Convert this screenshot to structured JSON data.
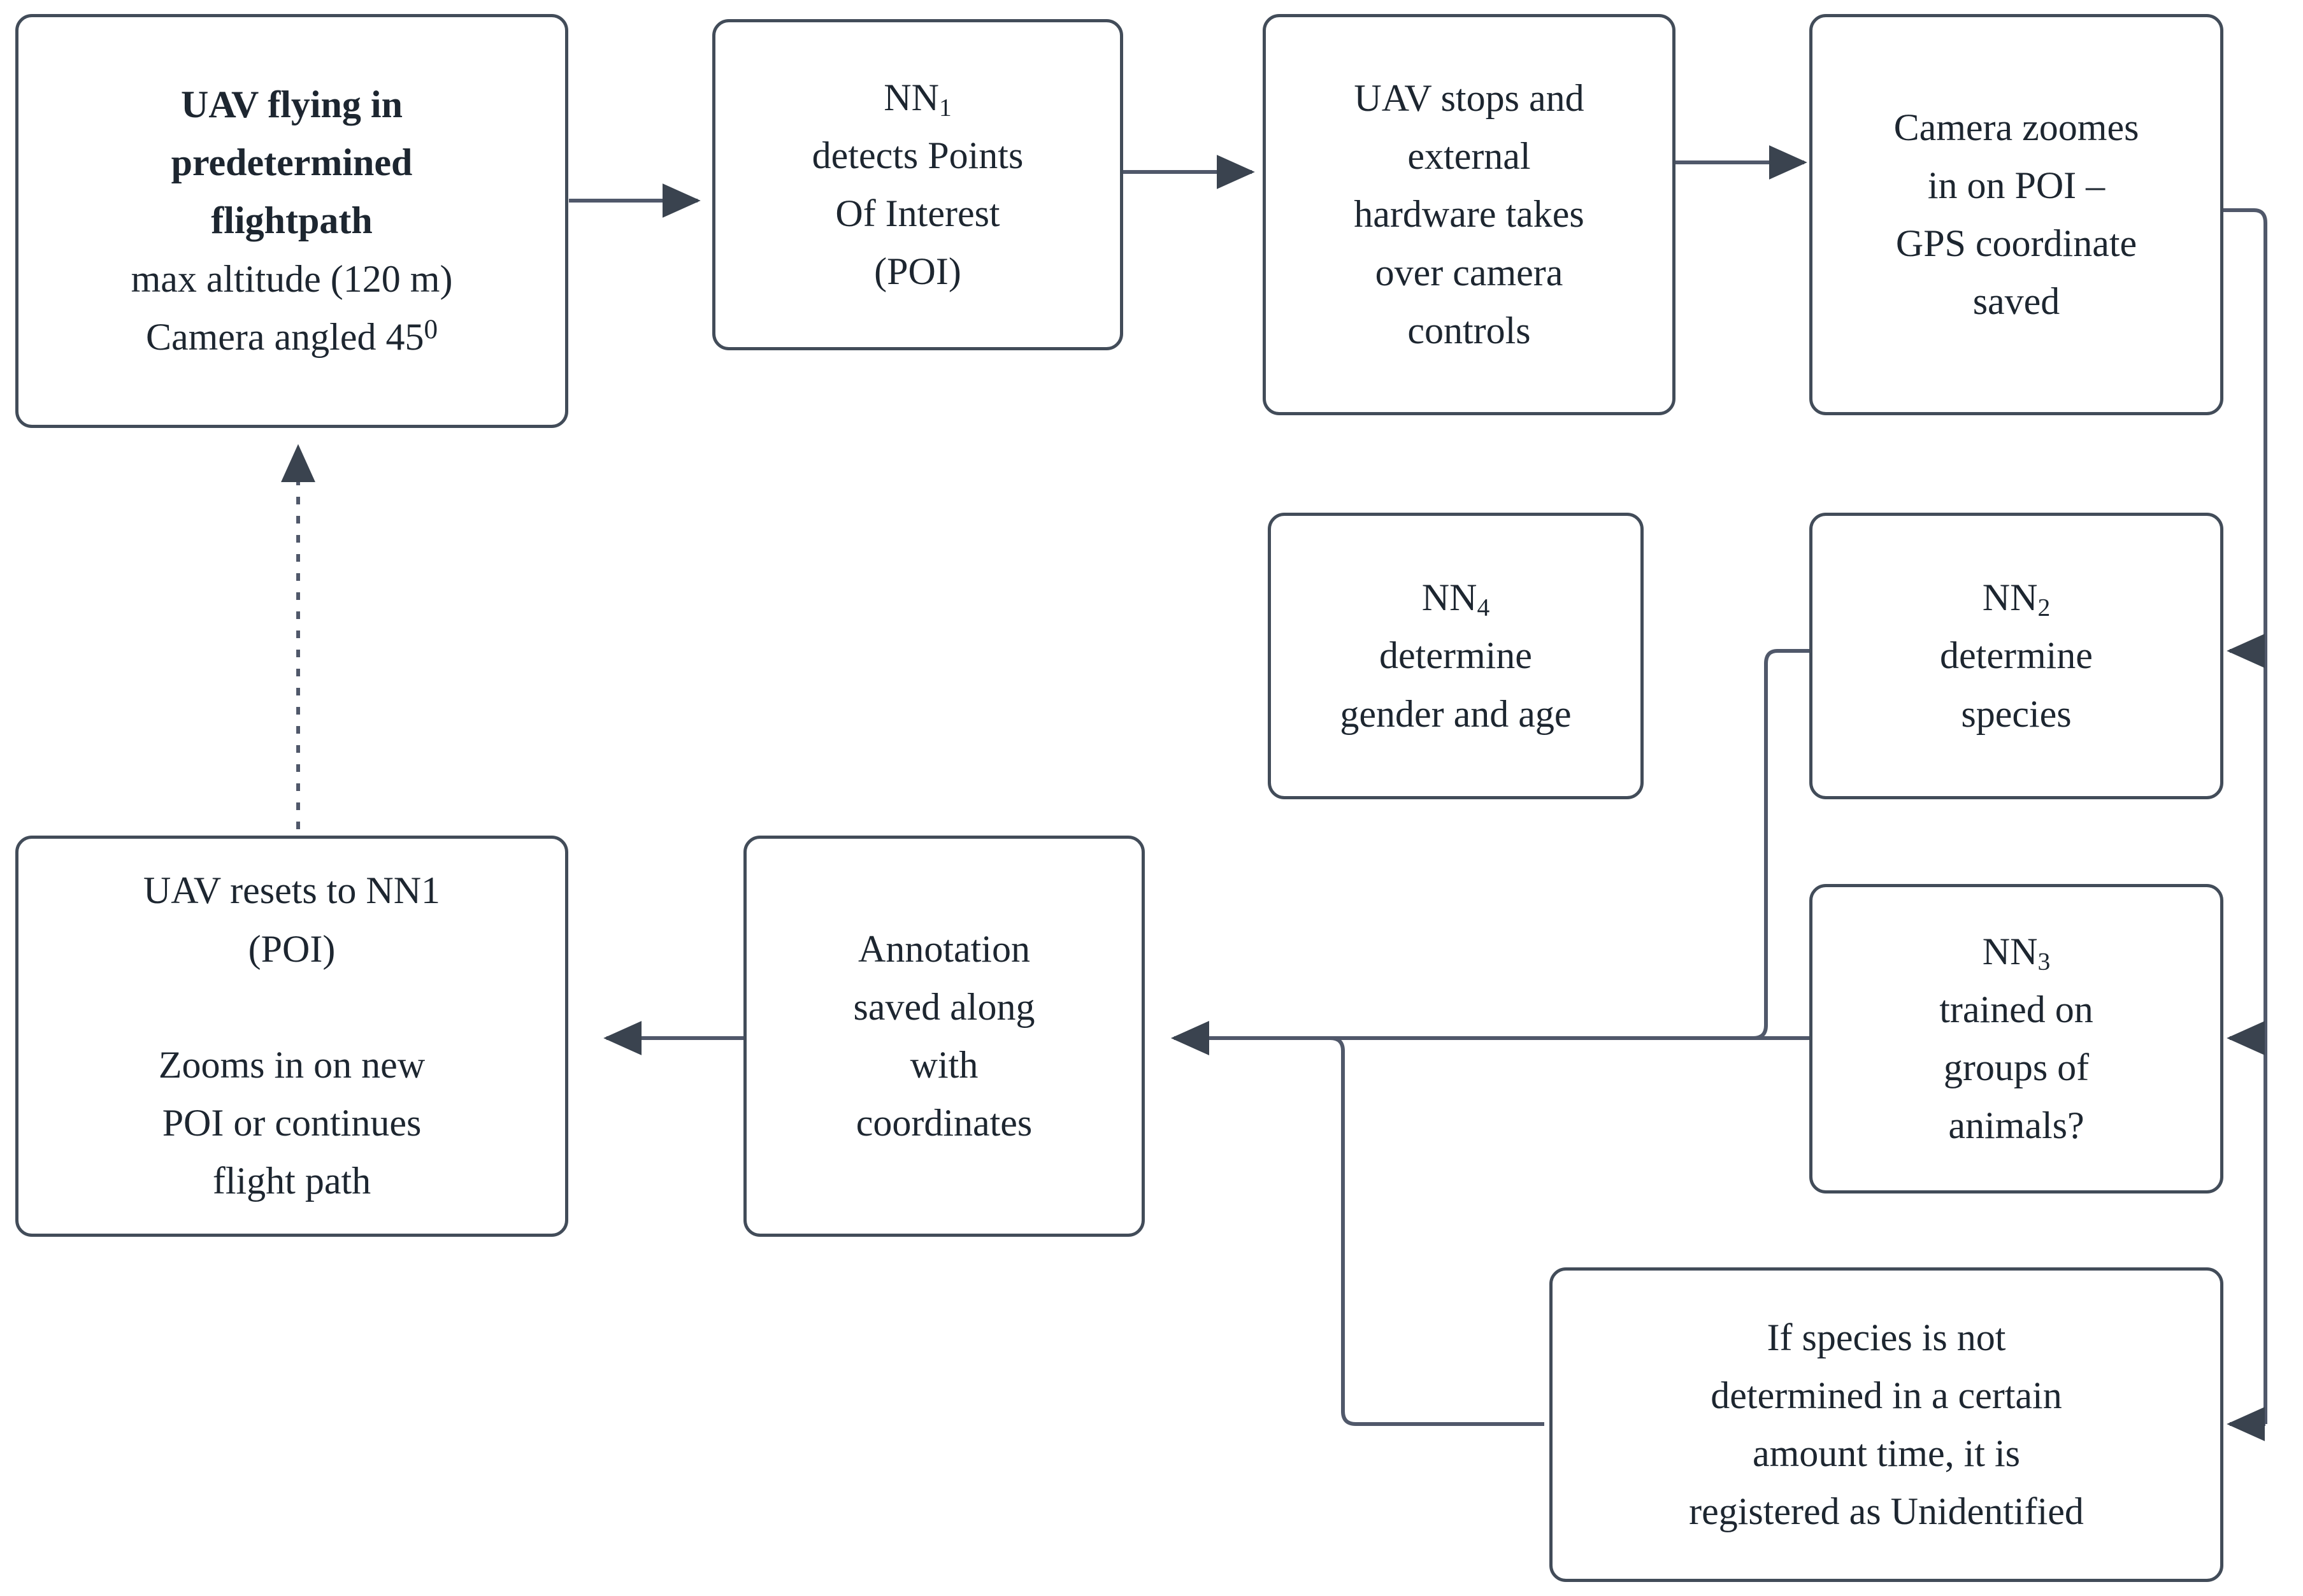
{
  "diagram": {
    "title": "UAV wildlife survey neural-network pipeline flowchart",
    "stroke_color": "#424c59",
    "text_color": "#1d2630",
    "background_color": "#ffffff"
  },
  "nodes": {
    "uav_flight": {
      "name": "uav-flying-predetermined-flightpath",
      "lines": [
        {
          "text": "UAV flying in",
          "bold": true
        },
        {
          "text": "predetermined",
          "bold": true
        },
        {
          "text": "flightpath",
          "bold": true
        },
        {
          "text": "max altitude (120 m)",
          "bold": false
        },
        {
          "text": "Camera angled 45",
          "bold": false,
          "sup": "0"
        }
      ]
    },
    "nn1": {
      "name": "nn1-detects-points-of-interest",
      "lines": [
        {
          "text": "NN",
          "bold": false,
          "sub": "1"
        },
        {
          "text": "detects Points",
          "bold": false
        },
        {
          "text": "Of Interest",
          "bold": false
        },
        {
          "text": "(POI)",
          "bold": false
        }
      ]
    },
    "uav_stops": {
      "name": "uav-stops-external-hardware",
      "lines": [
        {
          "text": "UAV stops and",
          "bold": false
        },
        {
          "text": "external",
          "bold": false
        },
        {
          "text": "hardware takes",
          "bold": false
        },
        {
          "text": "over camera",
          "bold": false
        },
        {
          "text": "controls",
          "bold": false
        }
      ]
    },
    "camera_zoom": {
      "name": "camera-zoomes-in-on-poi-gps-saved",
      "lines": [
        {
          "text": "Camera zoomes",
          "bold": false
        },
        {
          "text": "in on POI –",
          "bold": false
        },
        {
          "text": "GPS coordinate",
          "bold": false
        },
        {
          "text": "saved",
          "bold": false
        }
      ]
    },
    "nn4": {
      "name": "nn4-determine-gender-and-age",
      "lines": [
        {
          "text": "NN",
          "bold": false,
          "sub": "4"
        },
        {
          "text": "determine",
          "bold": false
        },
        {
          "text": "gender and age",
          "bold": false
        }
      ]
    },
    "nn2": {
      "name": "nn2-determine-species",
      "lines": [
        {
          "text": "NN",
          "bold": false,
          "sub": "2"
        },
        {
          "text": "determine",
          "bold": false
        },
        {
          "text": "species",
          "bold": false
        }
      ]
    },
    "nn3": {
      "name": "nn3-trained-on-groups-of-animals",
      "lines": [
        {
          "text": "NN",
          "bold": false,
          "sub": "3"
        },
        {
          "text": "trained on",
          "bold": false
        },
        {
          "text": "groups of",
          "bold": false
        },
        {
          "text": "animals?",
          "bold": false
        }
      ]
    },
    "annotation": {
      "name": "annotation-saved-with-coordinates",
      "lines": [
        {
          "text": "Annotation",
          "bold": false
        },
        {
          "text": "saved along",
          "bold": false
        },
        {
          "text": "with",
          "bold": false
        },
        {
          "text": "coordinates",
          "bold": false
        }
      ]
    },
    "uav_reset": {
      "name": "uav-resets-to-nn1-poi",
      "lines": [
        {
          "text": "UAV resets to NN1",
          "bold": false
        },
        {
          "text": "(POI)",
          "bold": false
        },
        {
          "text": "",
          "bold": false,
          "blank": true
        },
        {
          "text": "Zooms in on new",
          "bold": false
        },
        {
          "text": "POI or continues",
          "bold": false
        },
        {
          "text": "flight path",
          "bold": false
        }
      ]
    },
    "unidentified": {
      "name": "species-not-determined-unidentified",
      "lines": [
        {
          "text": "If species is not",
          "bold": false
        },
        {
          "text": "determined in a certain",
          "bold": false
        },
        {
          "text": "amount time, it is",
          "bold": false
        },
        {
          "text": "registered as Unidentified",
          "bold": false
        }
      ]
    }
  },
  "edges": [
    {
      "name": "edge-uav-flight-to-nn1",
      "from": "uav_flight",
      "to": "nn1",
      "style": "solid",
      "arrow": true
    },
    {
      "name": "edge-nn1-to-uav-stops",
      "from": "nn1",
      "to": "uav_stops",
      "style": "solid",
      "arrow": true
    },
    {
      "name": "edge-uav-stops-to-camera-zoom",
      "from": "uav_stops",
      "to": "camera_zoom",
      "style": "solid",
      "arrow": true
    },
    {
      "name": "edge-camera-zoom-to-nn2",
      "from": "camera_zoom",
      "to": "nn2",
      "style": "solid",
      "arrow": true
    },
    {
      "name": "edge-nn2-to-nn4",
      "from": "nn2",
      "to": "nn4",
      "style": "solid",
      "arrow": true
    },
    {
      "name": "edge-bus-to-nn3",
      "from": "camera_zoom",
      "to": "nn3",
      "style": "solid",
      "arrow": true
    },
    {
      "name": "edge-bus-to-unidentified",
      "from": "camera_zoom",
      "to": "unidentified",
      "style": "solid",
      "arrow": true
    },
    {
      "name": "edge-nn4-to-annotation",
      "from": "nn4",
      "to": "annotation",
      "style": "solid",
      "arrow": true
    },
    {
      "name": "edge-nn3-to-annotation",
      "from": "nn3",
      "to": "annotation",
      "style": "solid",
      "arrow": true
    },
    {
      "name": "edge-unidentified-to-annotation",
      "from": "unidentified",
      "to": "annotation",
      "style": "solid",
      "arrow": true
    },
    {
      "name": "edge-annotation-to-uav-reset",
      "from": "annotation",
      "to": "uav_reset",
      "style": "solid",
      "arrow": true
    },
    {
      "name": "edge-uav-reset-to-uav-flight",
      "from": "uav_reset",
      "to": "uav_flight",
      "style": "dashed",
      "arrow": true
    }
  ]
}
